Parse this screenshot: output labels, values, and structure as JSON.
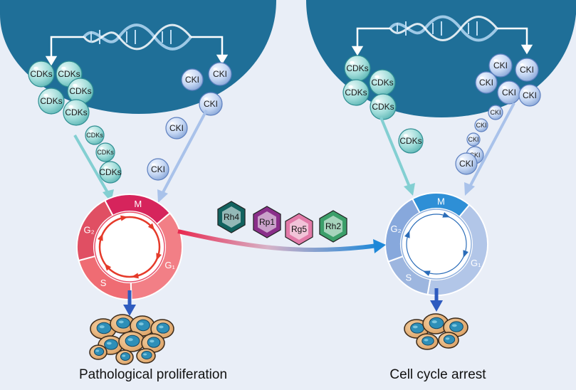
{
  "left_panel": {
    "cdk_label": "CDKs",
    "cki_label": "CKI",
    "cycle_phases": {
      "m": "M",
      "g2": "G₂",
      "s": "S",
      "g1": "G₁"
    },
    "caption": "Pathological proliferation"
  },
  "right_panel": {
    "cdk_label": "CDKs",
    "cki_label": "CKI",
    "cycle_phases": {
      "m": "M",
      "g2": "G₂",
      "s": "S",
      "g1": "G₁"
    },
    "caption": "Cell cycle arrest"
  },
  "ginsenosides": [
    {
      "label": "Rh4",
      "color": "#12625f"
    },
    {
      "label": "Rp1",
      "color": "#8a2f8a"
    },
    {
      "label": "Rg5",
      "color": "#e27aa8"
    },
    {
      "label": "Rh2",
      "color": "#3c9f6a"
    }
  ],
  "colors": {
    "background": "#e9eef7",
    "nucleus": "#1f6f98",
    "cdk_bubble": "#8fd3d2",
    "cki_bubble": "#b9cdef",
    "proliferative_cycle": "#e8506a",
    "arrested_cycle": "#8fb0dd",
    "arrow_blue": "#2e5bbf"
  }
}
